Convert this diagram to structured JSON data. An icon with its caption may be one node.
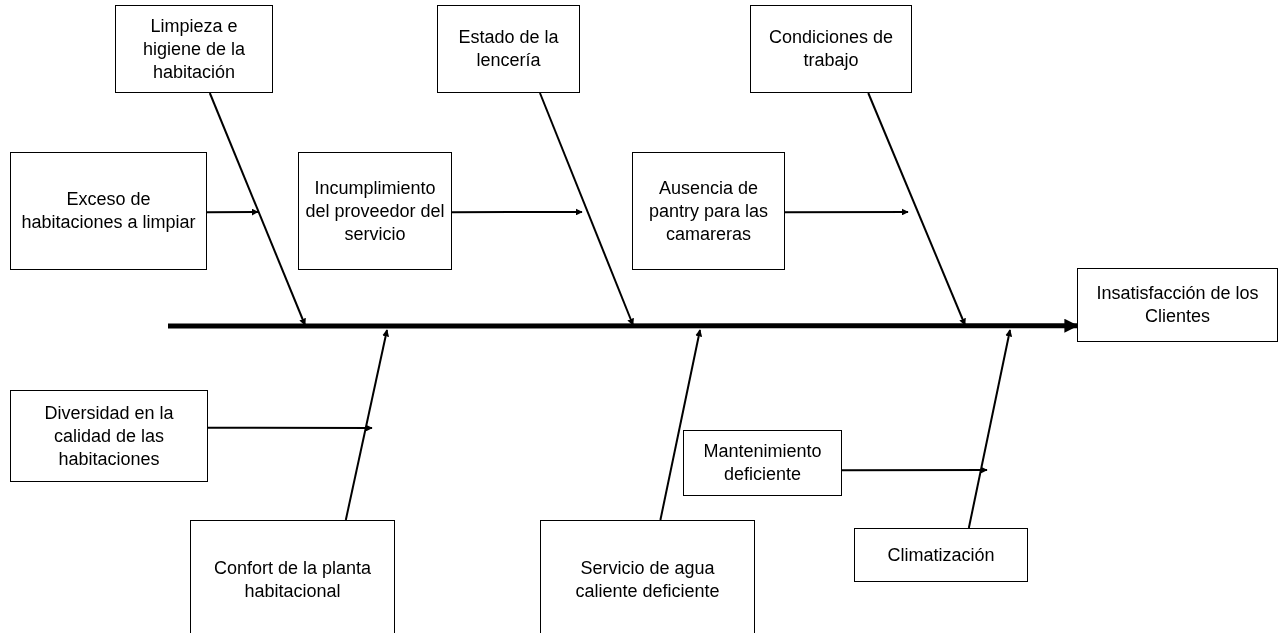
{
  "diagram": {
    "nodes": [
      {
        "text": [
          "Limpieza e higiene de la habitación"
        ]
      },
      {
        "text": [
          "Estado de la lencería"
        ]
      },
      {
        "text": [
          "Condiciones de trabajo"
        ]
      },
      {
        "text": [
          "Exceso de habitaciones a limpiar"
        ]
      },
      {
        "text": [
          "Incumplimiento del proveedor del servicio"
        ]
      },
      {
        "text": [
          "Ausencia de pantry para las camareras"
        ]
      },
      {
        "text": [
          "Insatisfacción de los Clientes"
        ]
      },
      {
        "text": [
          "Diversidad en la calidad de las habitaciones"
        ]
      },
      {
        "text": [
          "Mantenimiento deficiente"
        ]
      },
      {
        "text": [
          "Confort de la planta habitacional"
        ]
      },
      {
        "text": [
          "Servicio de agua caliente deficiente"
        ]
      },
      {
        "text": [
          "Climatización"
        ]
      }
    ],
    "edges": [
      {
        "from": null,
        "to": 6,
        "arrow": "to",
        "style": "thick"
      },
      {
        "from": 0,
        "to": null,
        "arrow": "to"
      },
      {
        "from": 1,
        "to": null,
        "arrow": "to"
      },
      {
        "from": 2,
        "to": null,
        "arrow": "to"
      },
      {
        "from": 3,
        "to": null,
        "arrow": "to"
      },
      {
        "from": 4,
        "to": null,
        "arrow": "to"
      },
      {
        "from": 5,
        "to": null,
        "arrow": "to"
      },
      {
        "from": 7,
        "to": null,
        "arrow": "to"
      },
      {
        "from": 8,
        "to": null,
        "arrow": "to"
      },
      {
        "from": 9,
        "to": null,
        "arrow": "to"
      },
      {
        "from": 10,
        "to": null,
        "arrow": "to"
      },
      {
        "from": 11,
        "to": null,
        "arrow": "to"
      }
    ]
  }
}
